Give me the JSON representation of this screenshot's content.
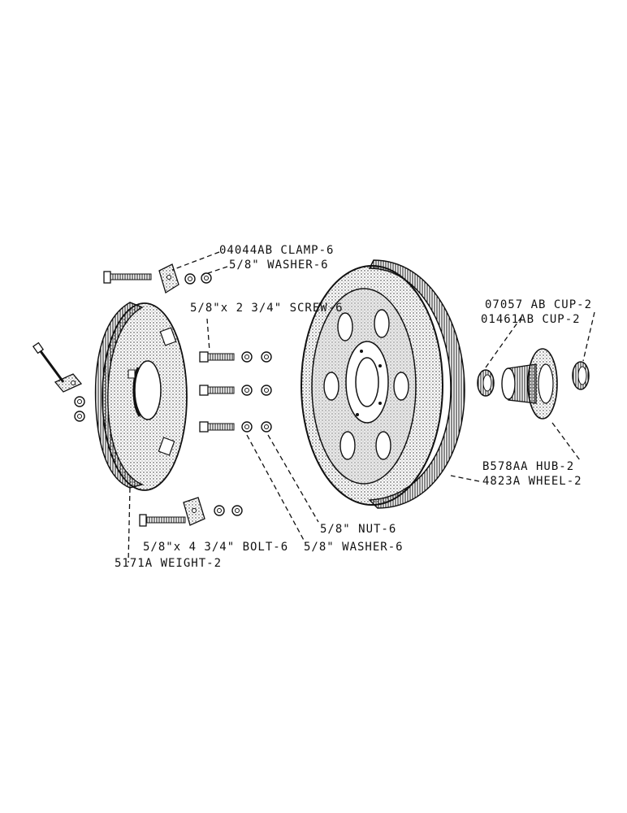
{
  "labels": {
    "clamp": "04044AB CLAMP-6",
    "washer_top": "5/8\" WASHER-6",
    "screw": "5/8\"x 2 3/4\" SCREW-6",
    "cup1": "07057 AB CUP-2",
    "cup2": "01461AB CUP-2",
    "hub": "B578AA HUB-2",
    "wheel": "4823A WHEEL-2",
    "nut": "5/8\" NUT-6",
    "washer_bottom": "5/8\" WASHER-6",
    "bolt": "5/8\"x 4 3/4\" BOLT-6",
    "weight": "5171A WEIGHT-2"
  }
}
